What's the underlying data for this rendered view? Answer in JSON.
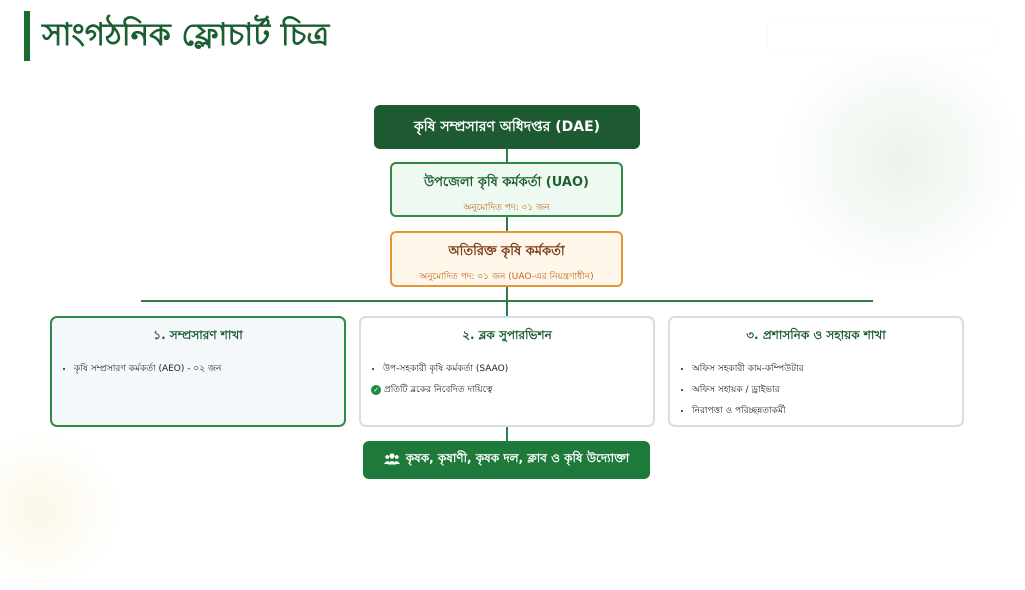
{
  "title": "সাংগঠনিক ফ্লোচার্ট চিত্র",
  "dae": {
    "label": "কৃষি সম্প্রসারণ অধিদপ্তর (DAE)"
  },
  "uao": {
    "label": "উপজেলা কৃষি কর্মকর্তা (UAO)",
    "sub": "অনুমোদিত পদ: ০১ জন"
  },
  "additional": {
    "label": "অতিরিক্ত কৃষি কর্মকর্তা",
    "sub": "অনুমোদিত পদ: ০১ জন (UAO-এর নিয়ন্ত্রণাধীন)"
  },
  "branches": [
    {
      "title": "১. সম্প্রসারণ শাখা",
      "items": [
        "কৃষি সম্প্রসারণ কর্মকর্তা (AEO) - ০২ জন"
      ]
    },
    {
      "title": "২. ব্লক সুপারভিশন",
      "items": [
        "উপ-সহকারী কৃষি কর্মকর্তা (SAAO)",
        "প্রতিটি ব্লকের নিবেদিত দায়িত্বে"
      ]
    },
    {
      "title": "৩. প্রশাসনিক ও সহায়ক শাখা",
      "items": [
        "অফিস সহকারী কাম-কম্পিউটার",
        "অফিস সহায়ক / ড্রাইভার",
        "নিরাপত্তা ও পরিচ্ছন্নতাকর্মী"
      ]
    }
  ],
  "farmers": {
    "label": "কৃষক, কৃষাণী, কৃষক দল, ক্লাব ও কৃষি উদ্যোক্তা",
    "icon": "users-icon"
  },
  "colors": {
    "primary": "#1d5a32",
    "accent": "#e6963a"
  }
}
